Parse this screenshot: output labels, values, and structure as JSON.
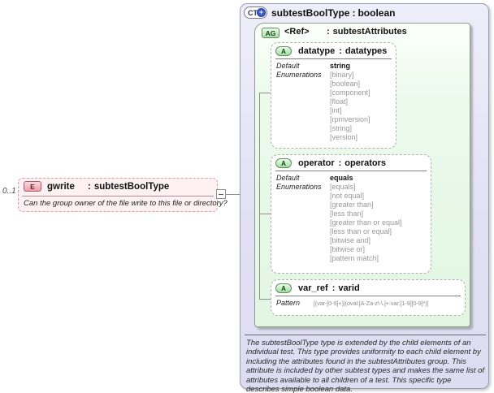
{
  "diagram": {
    "element": {
      "cardinality": "0..1",
      "badge": "E",
      "name": "gwrite",
      "colon": ":",
      "type": "subtestBoolType",
      "annotation": "Can the group owner of the file write to this file or directory?"
    },
    "complex_type": {
      "badge": "CT",
      "name": "subtestBoolType",
      "colon": ":",
      "base": "boolean",
      "annotation": "The subtestBoolType type is extended by the child elements of an individual test.  This type provides uniformity to each child element by including the attributes found in the subtestAttributes group.  This attribute is included by other subtest types and makes the same list of attributes available to all children of a test.  This specific type describes simple boolean data.",
      "attribute_group": {
        "badge": "AG",
        "name": "<Ref>",
        "colon": ":",
        "type": "subtestAttributes",
        "attributes": [
          {
            "badge": "A",
            "name": "datatype",
            "colon": ":",
            "type": "datatypes",
            "default_label": "Default",
            "enum_label": "Enumerations",
            "default_value": "string",
            "enums": [
              "[binary]",
              "[boolean]",
              "[component]",
              "[float]",
              "[int]",
              "[rpmversion]",
              "[string]",
              "[version]"
            ]
          },
          {
            "badge": "A",
            "name": "operator",
            "colon": ":",
            "type": "operators",
            "default_label": "Default",
            "enum_label": "Enumerations",
            "default_value": "equals",
            "enums": [
              "[equals]",
              "[not equal]",
              "[greater than]",
              "[less than]",
              "[greater than or equal]",
              "[less than or equal]",
              "[bitwise and]",
              "[bitwise or]",
              "[pattern match]"
            ]
          },
          {
            "badge": "A",
            "name": "var_ref",
            "colon": ":",
            "type": "varid",
            "pattern_label": "Pattern",
            "pattern_value": "[(var-[0-9]+)|(oval:[A-Za-z\\-\\.]+:var:[1-9][0-9]*)]"
          }
        ]
      }
    }
  }
}
